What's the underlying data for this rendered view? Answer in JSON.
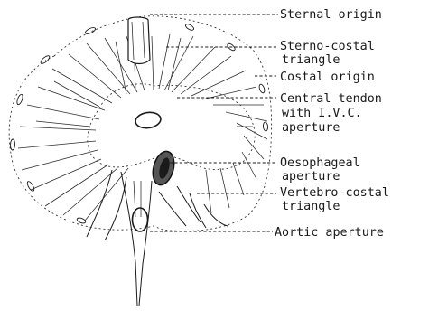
{
  "figure": {
    "labels": [
      {
        "id": "sternal-origin",
        "lines": [
          "Sternal origin"
        ]
      },
      {
        "id": "sterno-costal-triangle",
        "lines": [
          "Sterno-costal",
          "triangle"
        ]
      },
      {
        "id": "costal-origin",
        "lines": [
          "Costal origin"
        ]
      },
      {
        "id": "central-tendon",
        "lines": [
          "Central tendon",
          "with I.V.C.",
          "aperture"
        ]
      },
      {
        "id": "oesophageal-aperture",
        "lines": [
          "Oesophageal",
          "aperture"
        ]
      },
      {
        "id": "vertebro-costal-triangle",
        "lines": [
          "Vertebro-costal",
          "triangle"
        ]
      },
      {
        "id": "aortic-aperture",
        "lines": [
          "Aortic aperture"
        ]
      }
    ]
  }
}
